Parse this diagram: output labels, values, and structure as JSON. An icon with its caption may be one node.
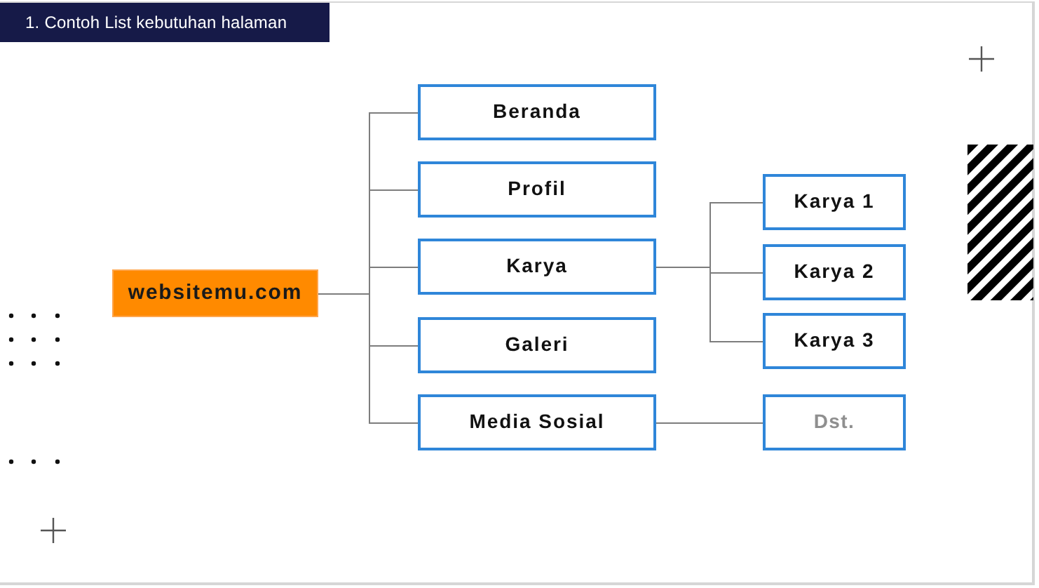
{
  "diagram": {
    "title": "1. Contoh List kebutuhan halaman",
    "nodes": [
      {
        "text": [
          "websitemu.com"
        ]
      },
      {
        "text": [
          "Beranda"
        ]
      },
      {
        "text": [
          "Profil"
        ]
      },
      {
        "text": [
          "Karya"
        ]
      },
      {
        "text": [
          "Galeri"
        ]
      },
      {
        "text": [
          "Media Sosial"
        ]
      },
      {
        "text": [
          "Karya 1"
        ]
      },
      {
        "text": [
          "Karya 2"
        ]
      },
      {
        "text": [
          "Karya 3"
        ]
      },
      {
        "text": [
          "Dst."
        ]
      }
    ],
    "edges": [
      {
        "from": 0,
        "to": 1,
        "arrow": "none"
      },
      {
        "from": 0,
        "to": 2,
        "arrow": "none"
      },
      {
        "from": 0,
        "to": 3,
        "arrow": "none"
      },
      {
        "from": 0,
        "to": 4,
        "arrow": "none"
      },
      {
        "from": 0,
        "to": 5,
        "arrow": "none"
      },
      {
        "from": 3,
        "to": 6,
        "arrow": "none"
      },
      {
        "from": 3,
        "to": 7,
        "arrow": "none"
      },
      {
        "from": 3,
        "to": 8,
        "arrow": "none"
      },
      {
        "from": 5,
        "to": 9,
        "arrow": "none"
      }
    ]
  }
}
